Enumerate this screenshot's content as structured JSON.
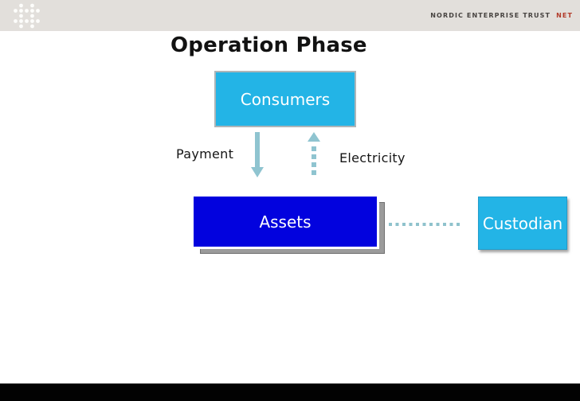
{
  "header": {
    "brand": "NORDIC ENTERPRISE TRUST",
    "brand_suffix": "NET",
    "bar_color": "#E2DFDB",
    "brand_color": "#474340",
    "suffix_color": "#B23B2A",
    "logo_icon": "dot-hash-logo"
  },
  "slide": {
    "title": "Operation Phase",
    "title_color": "#121212",
    "background_color": "#FFFFFF",
    "bottom_bar_color": "#020202"
  },
  "diagram": {
    "boxes": [
      {
        "id": "consumers",
        "label": "Consumers",
        "fill": "#23B4E6",
        "border": "#ADB5B8",
        "text_color": "#FFFFFF"
      },
      {
        "id": "assets",
        "label": "Assets",
        "fill": "#0202DE",
        "shadow": "#9B9B9B",
        "text_color": "#FFFFFF"
      },
      {
        "id": "custodian",
        "label": "Custodian",
        "fill": "#23B4E6",
        "border": "#219CCB",
        "text_color": "#FFFFFF"
      }
    ],
    "labels": [
      {
        "id": "payment",
        "text": "Payment"
      },
      {
        "id": "electricity",
        "text": "Electricity"
      }
    ],
    "connections": [
      {
        "from": "consumers",
        "to": "assets",
        "label": "Payment",
        "style": "solid-arrow",
        "direction": "down",
        "color": "#8FC4D0"
      },
      {
        "from": "assets",
        "to": "consumers",
        "label": "Electricity",
        "style": "dashed-arrow",
        "direction": "up",
        "color": "#8FC4D0"
      },
      {
        "from": "assets",
        "to": "custodian",
        "style": "dotted-line",
        "color": "#8FC2CC"
      }
    ]
  }
}
